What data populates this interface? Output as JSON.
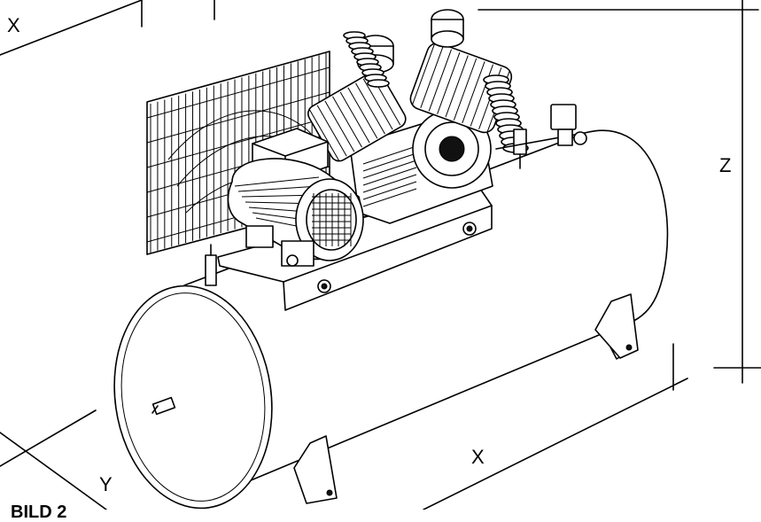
{
  "dimensions": {
    "x_top": "X",
    "x_bottom": "X",
    "y": "Y",
    "z": "Z"
  },
  "figure_caption": "BILD 2"
}
